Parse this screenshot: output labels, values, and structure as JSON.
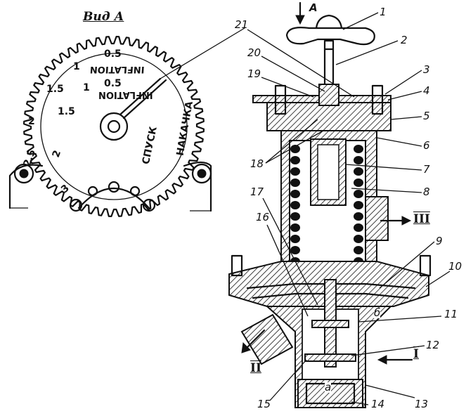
{
  "view_title": "Вид А",
  "arrow_label": "А",
  "dial": {
    "ticks": [
      "0.5",
      "1",
      "1.5",
      "2",
      "2.5",
      "3"
    ],
    "inner_ticks": [
      "0.5",
      "1",
      "1.5",
      "2"
    ],
    "word_inflation_1": "INFLATION",
    "word_inflation_2": "INFLATION",
    "word_release": "СПУСК",
    "word_pump": "НАКАЧКА"
  },
  "part_numbers": [
    "1",
    "2",
    "3",
    "4",
    "5",
    "6",
    "7",
    "8",
    "9",
    "10",
    "11",
    "12",
    "13",
    "14",
    "15",
    "16",
    "17",
    "18",
    "19",
    "20",
    "21"
  ],
  "ports": {
    "in": "I",
    "out": "II",
    "out_right": "III"
  },
  "cavities": {
    "a": "а",
    "b": "б"
  }
}
